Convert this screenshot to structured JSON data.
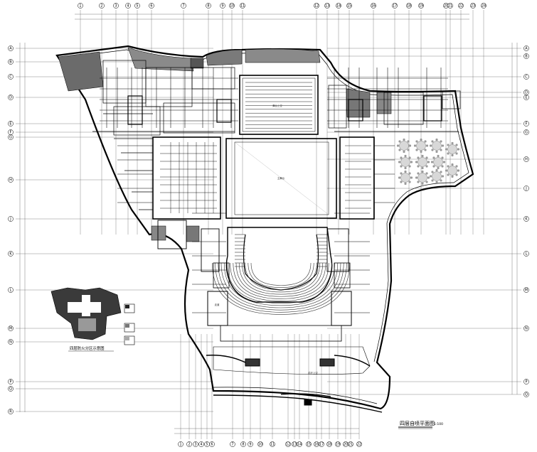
{
  "drawing": {
    "title": "四层自喷平面图",
    "scale": "1:100"
  },
  "fire_zone_diagram": {
    "caption": "四层防火分区示意图"
  },
  "room_labels": [
    {
      "name": "stage-upper-label",
      "text": "舞台上空"
    },
    {
      "name": "main-stage-label",
      "text": "主舞台"
    },
    {
      "name": "lobby-upper-label",
      "text": "前厅上空"
    },
    {
      "name": "corridor-label",
      "text": "走道"
    }
  ],
  "axis_labels": {
    "top": [
      "1",
      "2",
      "3",
      "4",
      "5",
      "6",
      "7",
      "8",
      "9",
      "10",
      "11",
      "12",
      "13",
      "14",
      "15",
      "16",
      "17",
      "18",
      "19",
      "20",
      "21",
      "22",
      "23",
      "24"
    ],
    "bottom": [
      "1",
      "2",
      "3",
      "4",
      "5",
      "6",
      "7",
      "8",
      "9",
      "10",
      "11",
      "12",
      "13",
      "14",
      "15",
      "16",
      "17",
      "18",
      "19",
      "20",
      "21",
      "22"
    ],
    "left": [
      "A",
      "B",
      "C",
      "D",
      "E",
      "F",
      "G",
      "H",
      "J",
      "K",
      "L",
      "M",
      "N",
      "P",
      "Q",
      "R"
    ],
    "right": [
      "A",
      "B",
      "C",
      "D",
      "E",
      "F",
      "G",
      "H",
      "J",
      "K",
      "L",
      "M",
      "N",
      "P",
      "Q"
    ]
  }
}
